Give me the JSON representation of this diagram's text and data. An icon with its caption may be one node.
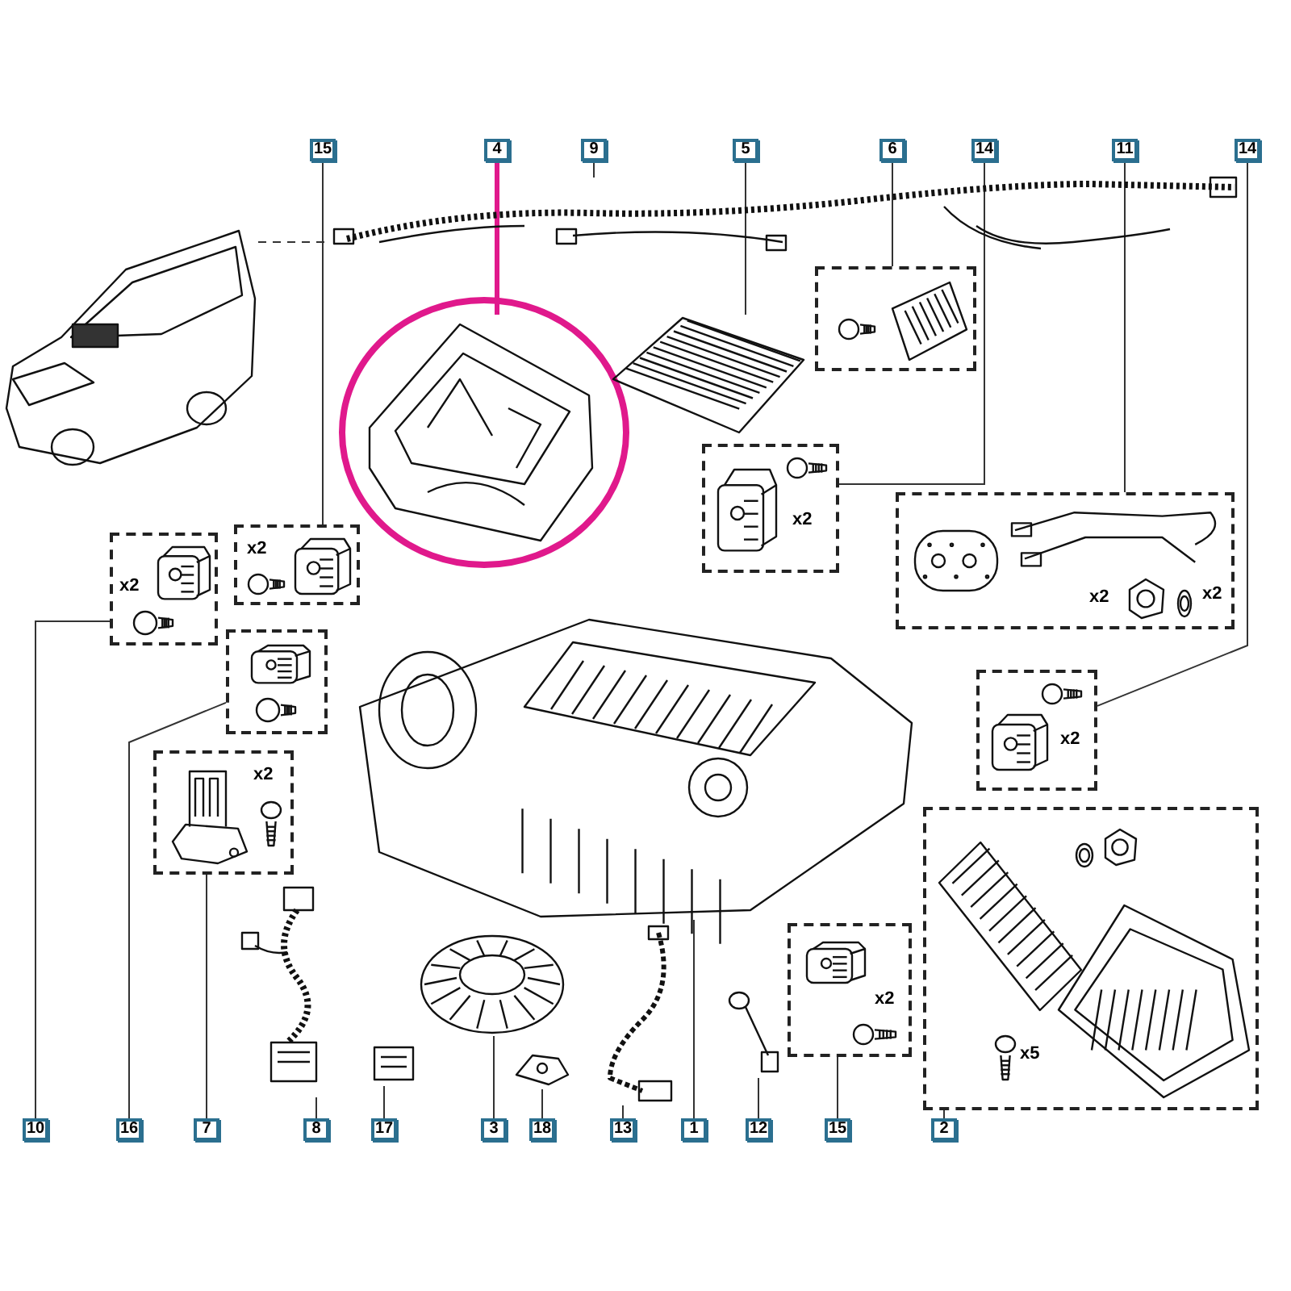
{
  "diagram": {
    "nodes": [
      {
        "text": [
          "15"
        ]
      },
      {
        "text": [
          "4"
        ]
      },
      {
        "text": [
          "9"
        ]
      },
      {
        "text": [
          "5"
        ]
      },
      {
        "text": [
          "6"
        ]
      },
      {
        "text": [
          "14"
        ]
      },
      {
        "text": [
          "11"
        ]
      },
      {
        "text": [
          "14"
        ]
      },
      {
        "text": [],
        "shape": "picture"
      },
      {
        "text": [],
        "shape": "picture"
      },
      {
        "text": [],
        "shape": "box"
      },
      {
        "text": [],
        "shape": "picture"
      },
      {
        "text": [],
        "shape": "picture"
      },
      {
        "text": [
          "x2"
        ]
      },
      {
        "text": [
          "x2"
        ]
      },
      {
        "text": [
          "x2",
          "x2"
        ]
      },
      {
        "text": [
          "x2"
        ]
      },
      {
        "text": [],
        "shape": "box"
      },
      {
        "text": [],
        "shape": "picture"
      },
      {
        "text": [
          "x2"
        ]
      },
      {
        "text": [
          "x2"
        ]
      },
      {
        "text": [],
        "shape": "picture"
      },
      {
        "text": [],
        "shape": "picture"
      },
      {
        "text": [],
        "shape": "picture"
      },
      {
        "text": [
          "x2"
        ]
      },
      {
        "text": [
          "x5"
        ]
      },
      {
        "text": [],
        "shape": "picture"
      },
      {
        "text": [],
        "shape": "picture"
      },
      {
        "text": [],
        "shape": "picture"
      },
      {
        "text": [
          "10"
        ]
      },
      {
        "text": [
          "16"
        ]
      },
      {
        "text": [
          "7"
        ]
      },
      {
        "text": [
          "8"
        ]
      },
      {
        "text": [
          "17"
        ]
      },
      {
        "text": [
          "3"
        ]
      },
      {
        "text": [
          "18"
        ]
      },
      {
        "text": [
          "13"
        ]
      },
      {
        "text": [
          "1"
        ]
      },
      {
        "text": [
          "12"
        ]
      },
      {
        "text": [
          "15"
        ]
      },
      {
        "text": [
          "2"
        ]
      }
    ],
    "edges": [
      {
        "from": 0,
        "to": 14,
        "arrow": "none"
      },
      {
        "from": 1,
        "to": 12,
        "arrow": "none",
        "style": "thick",
        "color": "#e0198c"
      },
      {
        "from": 2,
        "to": 9,
        "arrow": "none"
      },
      {
        "from": 3,
        "to": 11,
        "arrow": "none"
      },
      {
        "from": 4,
        "to": 10,
        "arrow": "none"
      },
      {
        "from": 5,
        "to": 13,
        "arrow": "none"
      },
      {
        "from": 6,
        "to": 15,
        "arrow": "none"
      },
      {
        "from": 7,
        "to": 19,
        "arrow": "none"
      },
      {
        "from": 8,
        "to": 9,
        "arrow": "none",
        "style": "dashed"
      },
      {
        "from": 29,
        "to": 16,
        "arrow": "none"
      },
      {
        "from": 30,
        "to": 17,
        "arrow": "none"
      },
      {
        "from": 31,
        "to": 20,
        "arrow": "none"
      },
      {
        "from": 32,
        "to": 21,
        "arrow": "none"
      },
      {
        "from": 33,
        "to": 26,
        "arrow": "none"
      },
      {
        "from": 34,
        "to": 22,
        "arrow": "none"
      },
      {
        "from": 35,
        "to": 27,
        "arrow": "none"
      },
      {
        "from": 36,
        "to": 23,
        "arrow": "none"
      },
      {
        "from": 37,
        "to": 18,
        "arrow": "none"
      },
      {
        "from": 38,
        "to": 28,
        "arrow": "none"
      },
      {
        "from": 39,
        "to": 24,
        "arrow": "none"
      },
      {
        "from": 40,
        "to": 25,
        "arrow": "none"
      }
    ]
  }
}
